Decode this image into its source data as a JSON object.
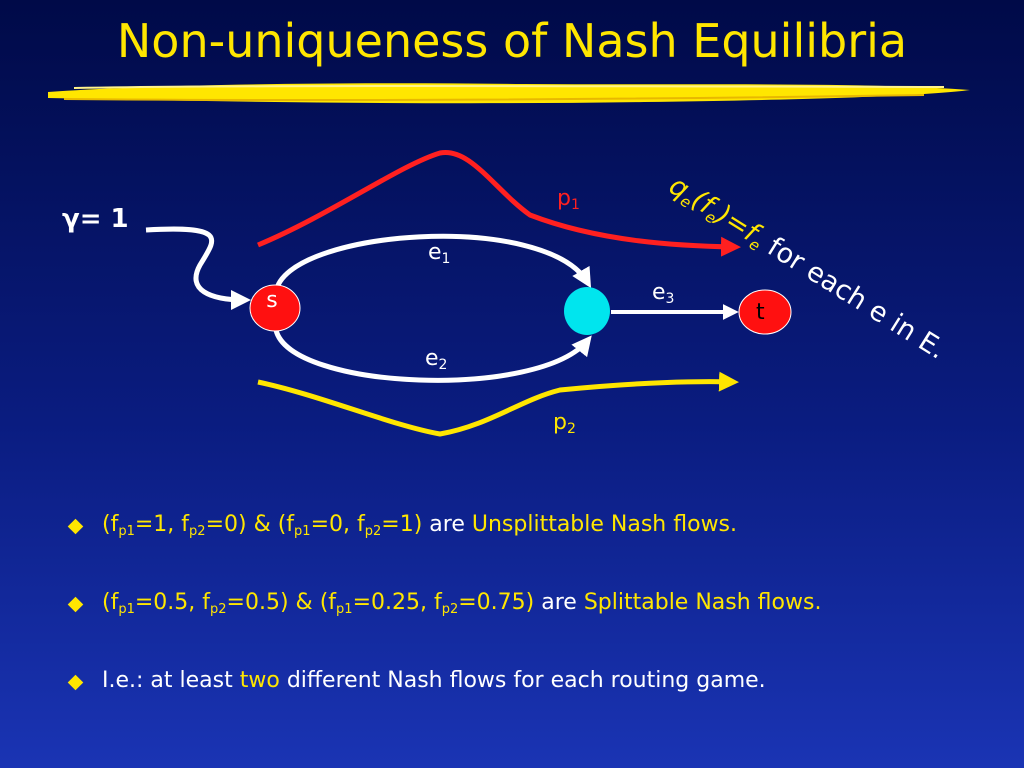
{
  "title": "Non-uniqueness of Nash Equilibria",
  "colors": {
    "accent": "#ffe600",
    "path1": "#ff2020",
    "path2": "#ffe600",
    "node_s": "#ff1010",
    "node_mid": "#00e5ee",
    "node_t": "#ff1010",
    "edge": "#ffffff"
  },
  "diagram": {
    "gamma": "γ= 1",
    "node_s": "s",
    "node_t": "t",
    "path1": {
      "base": "p",
      "sub": "1"
    },
    "path2": {
      "base": "p",
      "sub": "2"
    },
    "edge1": {
      "base": "e",
      "sub": "1"
    },
    "edge2": {
      "base": "e",
      "sub": "2"
    },
    "edge3": {
      "base": "e",
      "sub": "3"
    },
    "cost": {
      "q": "q",
      "q_sub": "e",
      "open": "(f",
      "f_sub": "e",
      "mid": ")=f",
      "f2_sub": "e",
      "rest": " for each e in E."
    }
  },
  "bullets": [
    {
      "a1": "(f",
      "s1": "p1",
      "a2": "=1, f",
      "s2": "p2",
      "a3": "=0) & (f",
      "s3": "p1",
      "a4": "=0, f",
      "s4": "p2",
      "a5": "=1)",
      "mid": " are ",
      "end": "Unsplittable Nash flows."
    },
    {
      "a1": "(f",
      "s1": "p1",
      "a2": "=0.5, f",
      "s2": "p2",
      "a3": "=0.5) & (f",
      "s3": "p1",
      "a4": "=0.25, f",
      "s4": "p2",
      "a5": "=0.75)",
      "mid": " are ",
      "end": "Splittable Nash flows."
    },
    {
      "pre": "I.e.: at least ",
      "hl": "two",
      "post": " different Nash flows for each routing game."
    }
  ]
}
